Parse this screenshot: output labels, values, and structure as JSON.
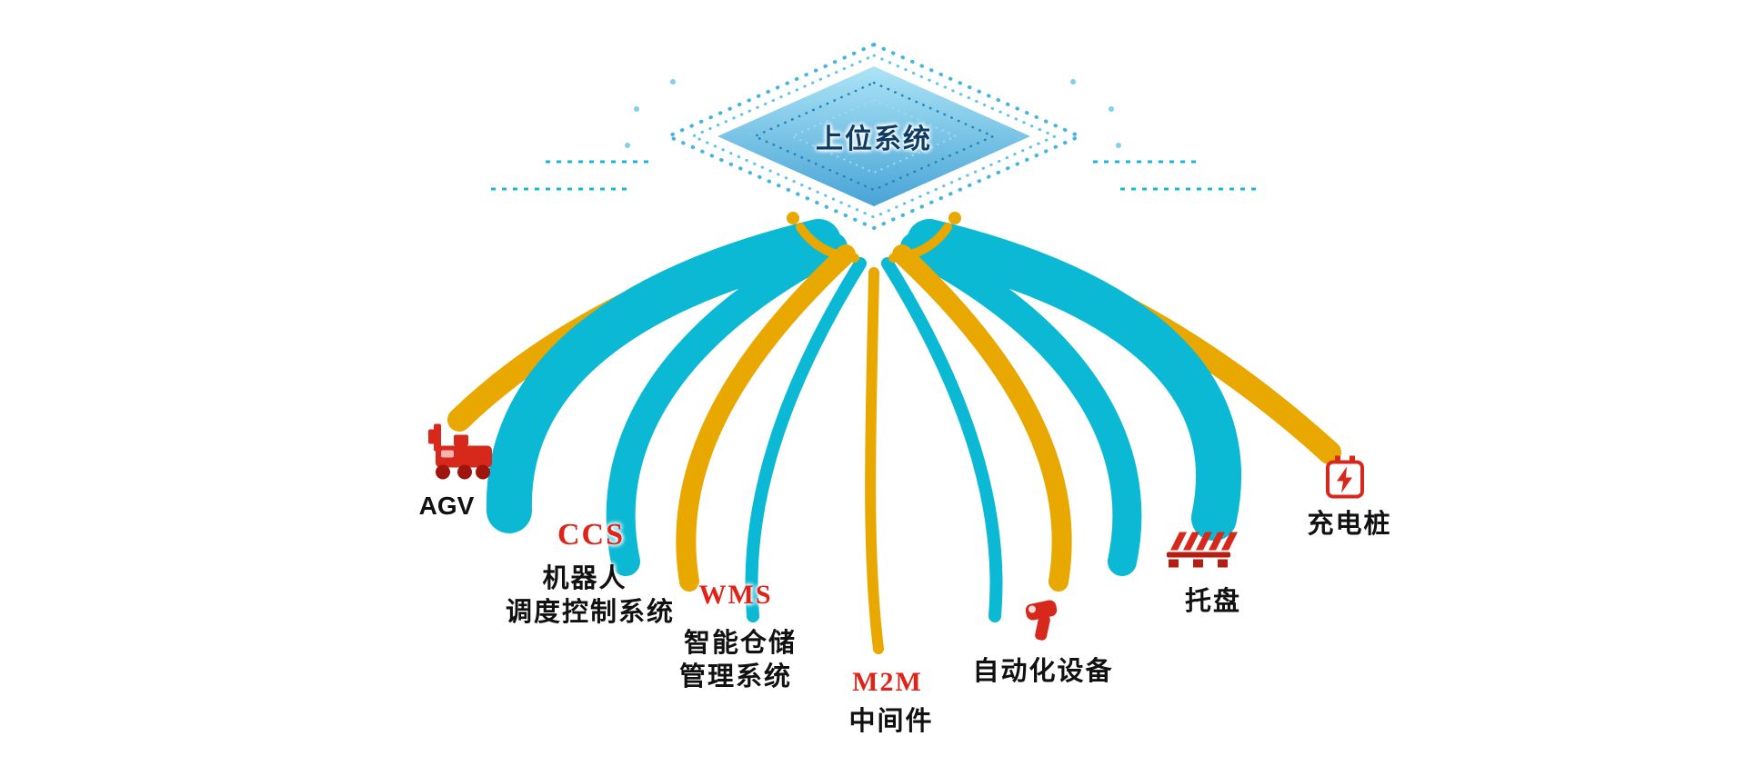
{
  "diagram": {
    "hub": {
      "label": "上位系统"
    },
    "nodes": {
      "agv": {
        "label": "AGV",
        "icon": "agv-icon"
      },
      "ccs": {
        "abbr": "CCS",
        "line1": "机器人",
        "line2": "调度控制系统"
      },
      "wms": {
        "abbr": "WMS",
        "line1": "智能仓储",
        "line2": "管理系统"
      },
      "middleware": {
        "abbr": "M2M",
        "line1": "中间件"
      },
      "automation": {
        "label": "自动化设备",
        "icon": "scanner-icon"
      },
      "pallet": {
        "label": "托盘",
        "icon": "pallet-icon"
      },
      "charger": {
        "label": "充电桩",
        "icon": "charger-icon"
      }
    },
    "colors": {
      "cyan": "#0cb9d4",
      "gold": "#e8a800",
      "red": "#d7281c",
      "diamond_fill_light": "#a8e2f5",
      "diamond_fill_dark": "#3e9fd4",
      "diamond_stroke": "#45b4e0",
      "navy_text": "#0c3b63",
      "black_text": "#111111",
      "red_text": "#e02318"
    }
  }
}
